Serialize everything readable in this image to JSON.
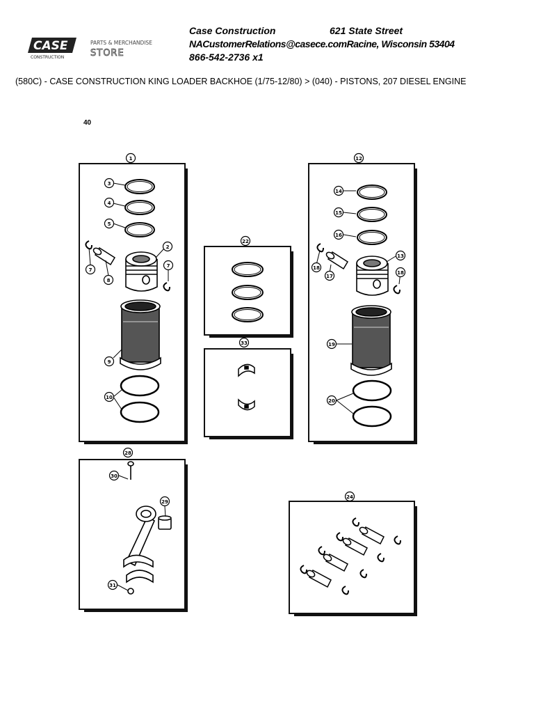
{
  "header": {
    "company": "Case Construction",
    "street": "621 State Street",
    "email_city": "NACustomerRelations@casece.comRacine, Wisconsin 53404",
    "phone": "866-542-2736 x1"
  },
  "logo": {
    "brand": "CASE",
    "brand_sub": "CONSTRUCTION",
    "store_line1": "PARTS & MERCHANDISE",
    "store_line2": "STORE"
  },
  "breadcrumb": "(580C) - CASE CONSTRUCTION KING LOADER BACKHOE (1/75-12/80) > (040) - PISTONS, 207 DIESEL ENGINE",
  "diagram": {
    "page_number": "40",
    "callouts": {
      "p1": "1",
      "p2": "2",
      "p3": "3",
      "p4": "4",
      "p5": "5",
      "p7a": "7",
      "p7b": "7",
      "p8": "8",
      "p9": "9",
      "p10": "10",
      "p12": "12",
      "p13": "13",
      "p14": "14",
      "p15": "15",
      "p16": "16",
      "p17": "17",
      "p18a": "18",
      "p18b": "18",
      "p19": "19",
      "p20": "20",
      "p22": "22",
      "p33": "33",
      "p28": "28",
      "p30": "30",
      "p29": "29",
      "p31": "31",
      "p24": "24"
    }
  }
}
